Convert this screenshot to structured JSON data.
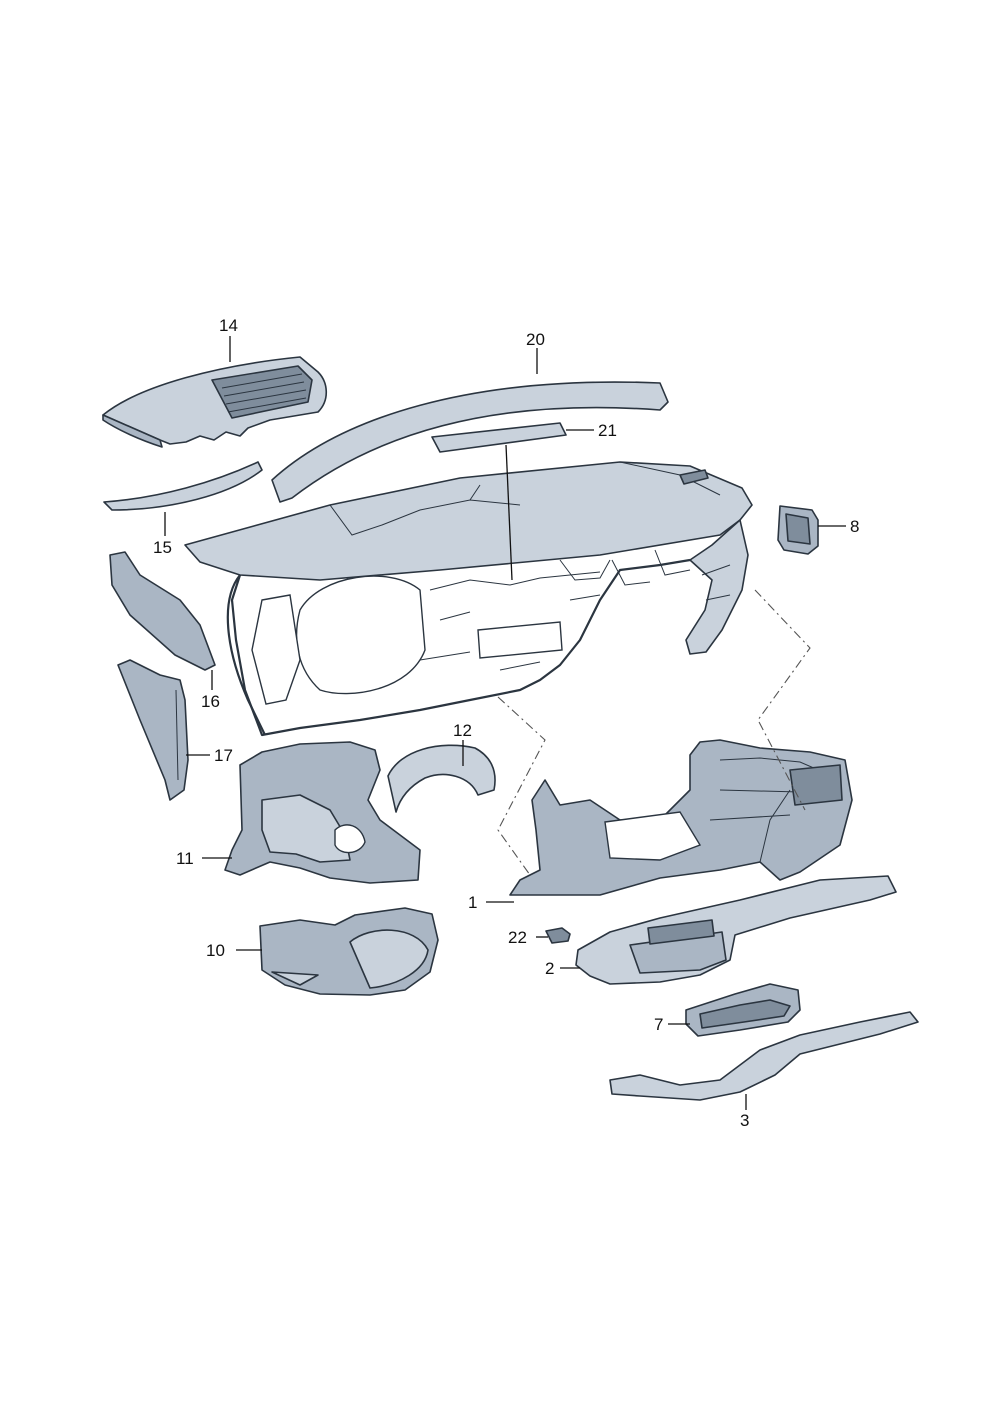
{
  "callouts": {
    "p1": "1",
    "p2": "2",
    "p3": "3",
    "p7": "7",
    "p8": "8",
    "p10": "10",
    "p11": "11",
    "p12": "12",
    "p14": "14",
    "p15": "15",
    "p16": "16",
    "p17": "17",
    "p20": "20",
    "p21": "21",
    "p22": "22"
  },
  "colors": {
    "part_fill": "#aab6c4",
    "part_light": "#c9d2dc",
    "line": "#2b3540"
  }
}
